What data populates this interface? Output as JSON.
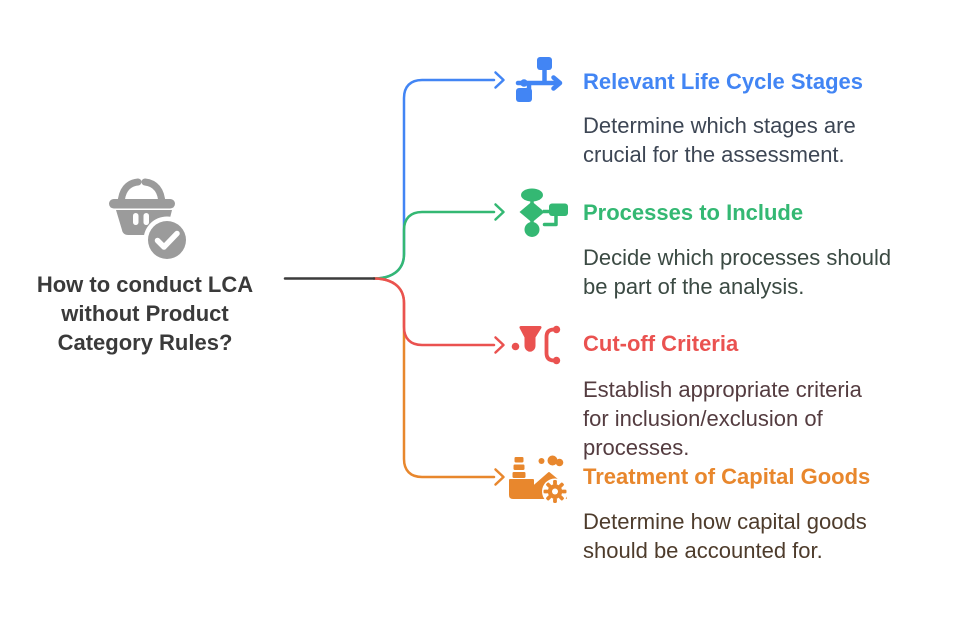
{
  "background_color": "#ffffff",
  "connector_color": "#3c3c3c",
  "central": {
    "icon": "basket-check-icon",
    "icon_color": "#9b9b9b",
    "title_lines": [
      "How to conduct LCA",
      "without Product",
      "Category Rules?"
    ],
    "title_color": "#3a3a3a"
  },
  "branches": [
    {
      "id": "relevant-life-cycle-stages",
      "icon": "flow-route-icon",
      "color": "#4285f4",
      "desc_color": "#3d4654",
      "title": "Relevant Life Cycle Stages",
      "desc_lines": [
        "Determine which stages are",
        "crucial for the assessment."
      ]
    },
    {
      "id": "processes-to-include",
      "icon": "flowchart-icon",
      "color": "#34b873",
      "desc_color": "#3b4a43",
      "title": "Processes to Include",
      "desc_lines": [
        "Decide which processes should",
        "be part of the analysis."
      ]
    },
    {
      "id": "cut-off-criteria",
      "icon": "filter-criteria-icon",
      "color": "#ea5250",
      "desc_color": "#543c40",
      "title": "Cut-off Criteria",
      "desc_lines": [
        "Establish appropriate criteria",
        "for inclusion/exclusion of",
        "processes."
      ]
    },
    {
      "id": "treatment-of-capital-goods",
      "icon": "factory-gear-icon",
      "color": "#e8872d",
      "desc_color": "#4e3c2c",
      "title": "Treatment of Capital Goods",
      "desc_lines": [
        "Determine how capital goods",
        "should be accounted for."
      ]
    }
  ]
}
